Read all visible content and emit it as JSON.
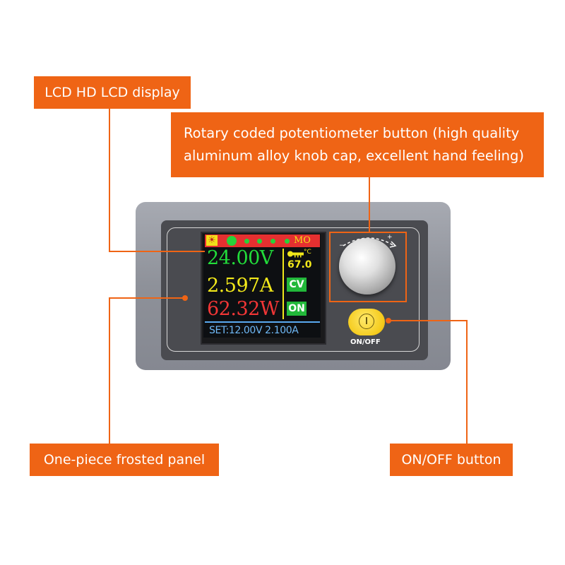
{
  "callouts": {
    "lcd": "LCD HD LCD display",
    "rotary_line1": "Rotary coded potentiometer button (high quality",
    "rotary_line2": "aluminum alloy knob cap, excellent hand feeling)",
    "panel": "One-piece frosted panel",
    "onoff": "ON/OFF button"
  },
  "display": {
    "mode": "MO",
    "voltage": "24.00V",
    "current": "2.597A",
    "power": "62.32W",
    "temperature": "67.0",
    "temp_unit": "°C",
    "mode_badge": "CV",
    "output_badge": "ON",
    "setpoint": "SET:12.00V 2.100A"
  },
  "device": {
    "button_label": "ON/OFF"
  },
  "colors": {
    "accent": "#ef6415",
    "voltage": "#22dc3a",
    "current": "#f2e81a",
    "power": "#f23636"
  }
}
